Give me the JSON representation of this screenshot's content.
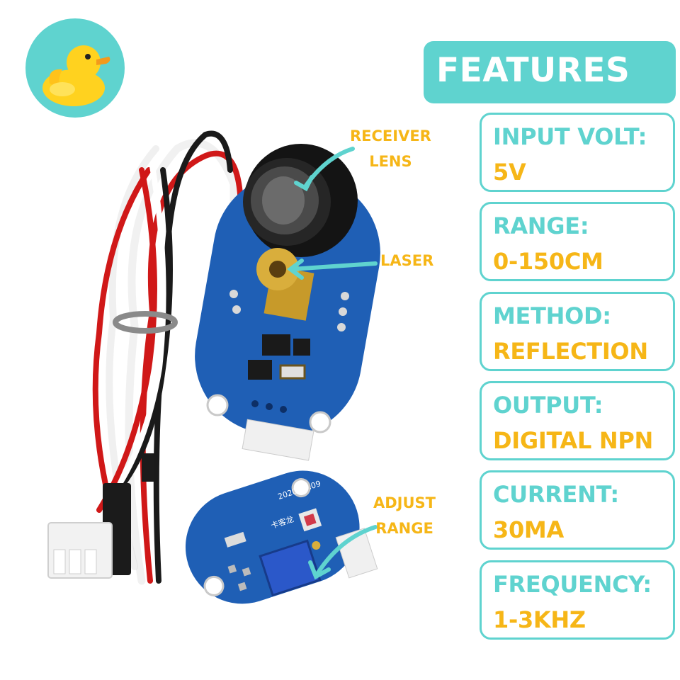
{
  "logo": {
    "icon": "rubber-duck-icon",
    "bg_color": "#5fd3cf"
  },
  "header": {
    "title": "FEATURES"
  },
  "features": [
    {
      "label": "INPUT VOLT:",
      "value": "5V"
    },
    {
      "label": "RANGE:",
      "value": "0-150CM"
    },
    {
      "label": "METHOD:",
      "value": "REFLECTION"
    },
    {
      "label": "OUTPUT:",
      "value": "DIGITAL NPN"
    },
    {
      "label": "CURRENT:",
      "value": "30MA"
    },
    {
      "label": "FREQUENCY:",
      "value": "1-3KHZ"
    }
  ],
  "annotations": {
    "receiver_line1": "RECEIVER",
    "receiver_line2": "LENS",
    "laser": "LASER",
    "adjust_line1": "ADJUST",
    "adjust_line2": "RANGE"
  },
  "product": {
    "board_back_text": "2020.03.09",
    "board_back_mark": "卡客龙"
  },
  "colors": {
    "accent": "#5fd3cf",
    "value": "#f6b617",
    "pcb": "#1f5fb5"
  }
}
